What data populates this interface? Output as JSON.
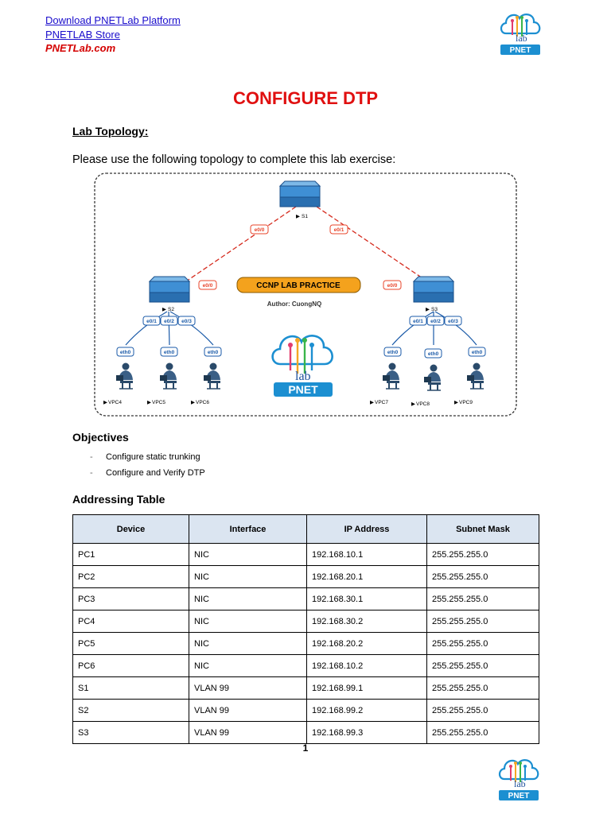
{
  "header": {
    "download_link": "Download PNETLab Platform",
    "store_link": "PNETLAB Store",
    "site": "PNETLab.com"
  },
  "logo": {
    "text": "PNET",
    "lab": "lab"
  },
  "title": "CONFIGURE DTP",
  "topology": {
    "heading": "Lab Topology:",
    "intro": "Please use the following topology to complete this lab exercise:",
    "banner": "CCNP LAB PRACTICE",
    "author": "Author: CuongNQ",
    "switches": {
      "s1": "S1",
      "s2": "S2",
      "s3": "S3"
    },
    "ports": {
      "s1_left": "e0/0",
      "s1_right": "e0/1",
      "s2_uplink": "e0/0",
      "s3_uplink": "e0/0",
      "s2_p1": "e0/1",
      "s2_p2": "e0/2",
      "s2_p3": "e0/3",
      "s3_p1": "e0/1",
      "s3_p2": "e0/2",
      "s3_p3": "e0/3",
      "eth": "eth0"
    },
    "hosts": [
      "VPC4",
      "VPC5",
      "VPC6",
      "VPC7",
      "VPC8",
      "VPC9"
    ]
  },
  "objectives": {
    "heading": "Objectives",
    "items": [
      "Configure static trunking",
      "Configure and Verify DTP"
    ]
  },
  "addressing": {
    "heading": "Addressing Table",
    "columns": [
      "Device",
      "Interface",
      "IP Address",
      "Subnet Mask"
    ],
    "rows": [
      [
        "PC1",
        "NIC",
        "192.168.10.1",
        "255.255.255.0"
      ],
      [
        "PC2",
        "NIC",
        "192.168.20.1",
        "255.255.255.0"
      ],
      [
        "PC3",
        "NIC",
        "192.168.30.1",
        "255.255.255.0"
      ],
      [
        "PC4",
        "NIC",
        "192.168.30.2",
        "255.255.255.0"
      ],
      [
        "PC5",
        "NIC",
        "192.168.20.2",
        "255.255.255.0"
      ],
      [
        "PC6",
        "NIC",
        "192.168.10.2",
        "255.255.255.0"
      ],
      [
        "S1",
        "VLAN 99",
        "192.168.99.1",
        "255.255.255.0"
      ],
      [
        "S2",
        "VLAN 99",
        "192.168.99.2",
        "255.255.255.0"
      ],
      [
        "S3",
        "VLAN 99",
        "192.168.99.3",
        "255.255.255.0"
      ]
    ]
  },
  "page_number": "1",
  "colors": {
    "title": "#e01010",
    "link": "#1a0dcc",
    "port": "#e8442a",
    "banner": "#f4a21d",
    "table_header": "#dbe5f1"
  }
}
